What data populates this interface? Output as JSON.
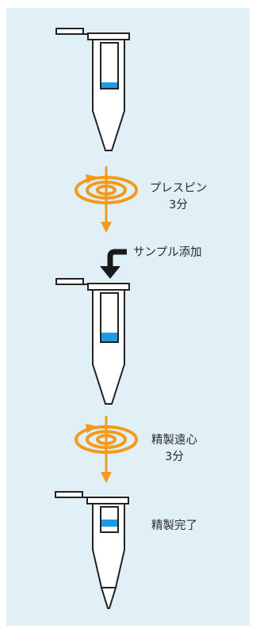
{
  "steps": {
    "prespin": {
      "title": "プレスピン",
      "time": "3分"
    },
    "add_sample": {
      "title": "サンプル添加"
    },
    "centrifuge": {
      "title": "精製遠心",
      "time": "3分"
    },
    "done": {
      "title": "精製完了"
    }
  },
  "colors": {
    "background": "#e0f0f6",
    "tube_outline": "#222222",
    "tube_fill": "#ffffff",
    "liquid": "#1e9be0",
    "spin_orange": "#f39a1e",
    "arrow_black": "#1a1a1a"
  },
  "icons": [
    "microtube-icon",
    "spin-icon",
    "down-arrow-icon",
    "bent-arrow-icon"
  ]
}
